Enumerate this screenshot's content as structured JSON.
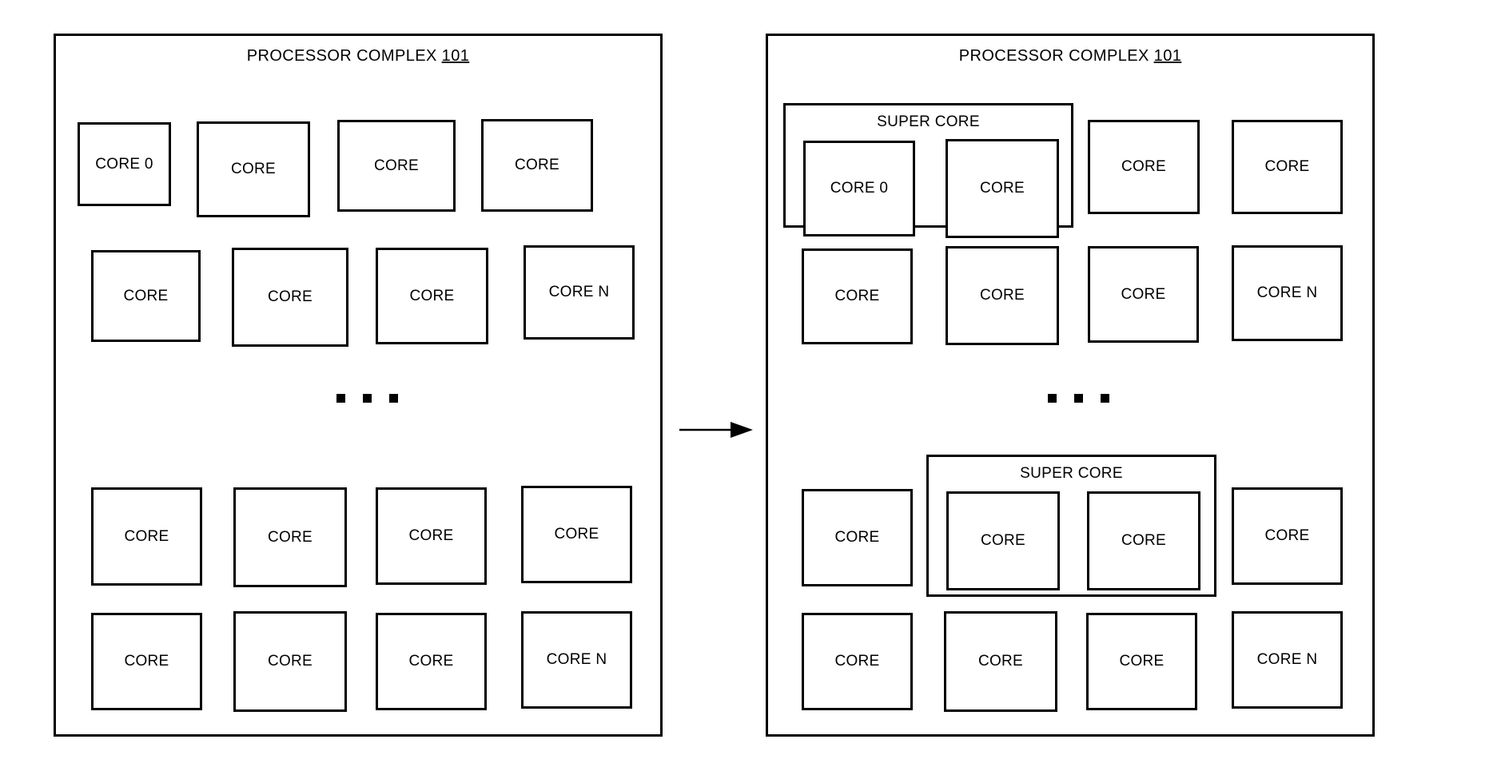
{
  "figure": {
    "type": "block-diagram",
    "description": "Processor complex before and after super core formation",
    "background_color": "#ffffff",
    "line_color": "#000000"
  },
  "left_panel": {
    "title_text": "PROCESSOR COMPLEX",
    "title_ref": "101",
    "ellipsis": [
      "▪",
      "▪",
      "▪"
    ],
    "rows": [
      {
        "cores": [
          "CORE 0",
          "CORE",
          "CORE",
          "CORE"
        ]
      },
      {
        "cores": [
          "CORE",
          "CORE",
          "CORE",
          "CORE N"
        ]
      },
      {
        "cores": [
          "CORE",
          "CORE",
          "CORE",
          "CORE"
        ]
      },
      {
        "cores": [
          "CORE",
          "CORE",
          "CORE",
          "CORE N"
        ]
      }
    ]
  },
  "right_panel": {
    "title_text": "PROCESSOR COMPLEX",
    "title_ref": "101",
    "ellipsis": [
      "▪",
      "▪",
      "▪"
    ],
    "super_core_label_top": "SUPER CORE",
    "super_core_label_bottom": "SUPER CORE",
    "rows": [
      {
        "cores": [
          "CORE 0",
          "CORE",
          "CORE",
          "CORE"
        ]
      },
      {
        "cores": [
          "CORE",
          "CORE",
          "CORE",
          "CORE N"
        ]
      },
      {
        "cores": [
          "CORE",
          "CORE",
          "CORE",
          "CORE"
        ]
      },
      {
        "cores": [
          "CORE",
          "CORE",
          "CORE",
          "CORE N"
        ]
      }
    ],
    "super_cores": [
      {
        "label": "SUPER CORE",
        "row": 1,
        "columns": [
          1,
          2
        ]
      },
      {
        "label": "SUPER CORE",
        "row": 3,
        "columns": [
          2,
          3
        ]
      }
    ]
  },
  "arrow": {
    "name": "transformation-arrow",
    "direction": "right"
  }
}
